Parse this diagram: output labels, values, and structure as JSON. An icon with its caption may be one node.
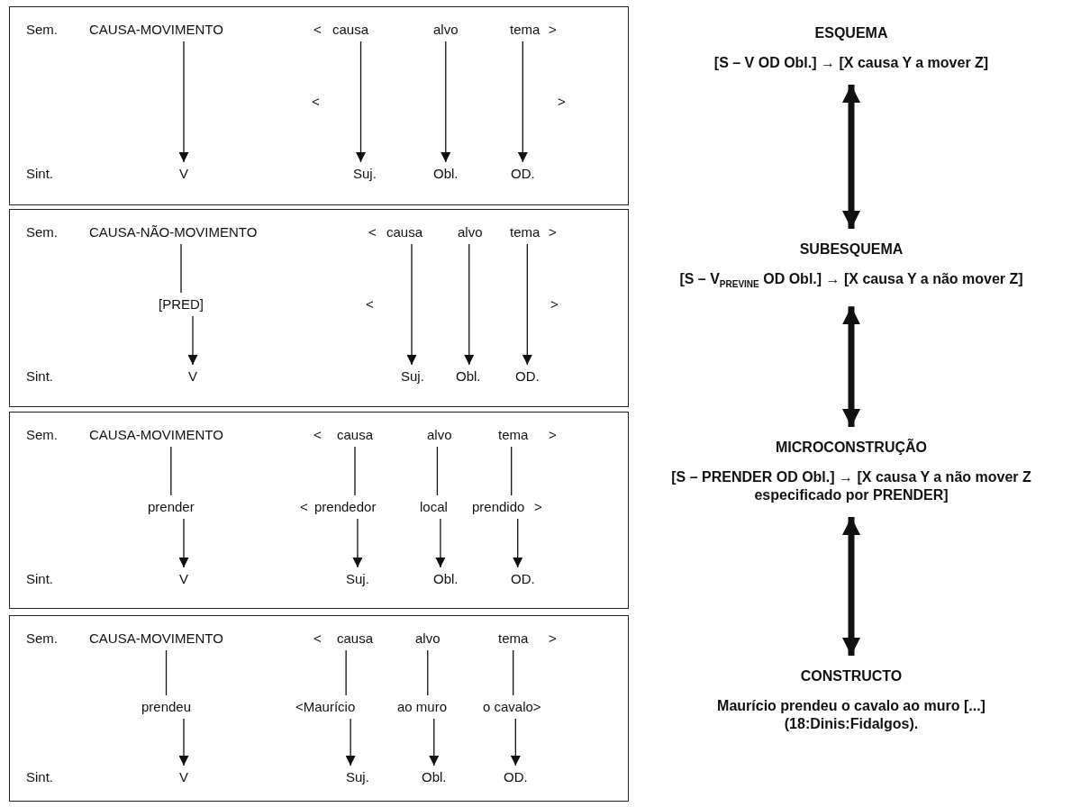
{
  "diagram": {
    "nodes": [
      {
        "text": [],
        "shape": "box"
      },
      {
        "text": [
          "CAUSA-MOVIMENTO"
        ],
        "in": 0
      },
      {
        "text": [
          "causa"
        ],
        "in": 0
      },
      {
        "text": [
          "alvo"
        ],
        "in": 0
      },
      {
        "text": [
          "tema"
        ],
        "in": 0
      },
      {
        "text": [
          "V"
        ],
        "in": 0
      },
      {
        "text": [
          "Suj."
        ],
        "in": 0
      },
      {
        "text": [
          "Obl."
        ],
        "in": 0
      },
      {
        "text": [
          "OD."
        ],
        "in": 0
      },
      {
        "text": [],
        "shape": "box"
      },
      {
        "text": [
          "CAUSA-NÃO-MOVIMENTO"
        ],
        "in": 9
      },
      {
        "text": [
          "causa"
        ],
        "in": 9
      },
      {
        "text": [
          "alvo"
        ],
        "in": 9
      },
      {
        "text": [
          "tema"
        ],
        "in": 9
      },
      {
        "text": [
          "[PRED]"
        ],
        "in": 9
      },
      {
        "text": [
          "V"
        ],
        "in": 9
      },
      {
        "text": [
          "Suj."
        ],
        "in": 9
      },
      {
        "text": [
          "Obl."
        ],
        "in": 9
      },
      {
        "text": [
          "OD."
        ],
        "in": 9
      },
      {
        "text": [],
        "shape": "box"
      },
      {
        "text": [
          "CAUSA-MOVIMENTO"
        ],
        "in": 19
      },
      {
        "text": [
          "causa"
        ],
        "in": 19
      },
      {
        "text": [
          "alvo"
        ],
        "in": 19
      },
      {
        "text": [
          "tema"
        ],
        "in": 19
      },
      {
        "text": [
          "prender"
        ],
        "in": 19
      },
      {
        "text": [
          "prendedor"
        ],
        "in": 19
      },
      {
        "text": [
          "local"
        ],
        "in": 19
      },
      {
        "text": [
          "prendido"
        ],
        "in": 19
      },
      {
        "text": [
          "V"
        ],
        "in": 19
      },
      {
        "text": [
          "Suj."
        ],
        "in": 19
      },
      {
        "text": [
          "Obl."
        ],
        "in": 19
      },
      {
        "text": [
          "OD."
        ],
        "in": 19
      },
      {
        "text": [],
        "shape": "box"
      },
      {
        "text": [
          "CAUSA-MOVIMENTO"
        ],
        "in": 32
      },
      {
        "text": [
          "causa"
        ],
        "in": 32
      },
      {
        "text": [
          "alvo"
        ],
        "in": 32
      },
      {
        "text": [
          "tema"
        ],
        "in": 32
      },
      {
        "text": [
          "prendeu"
        ],
        "in": 32
      },
      {
        "text": [
          "<Maurício"
        ],
        "in": 32
      },
      {
        "text": [
          "ao muro"
        ],
        "in": 32
      },
      {
        "text": [
          "o cavalo>"
        ],
        "in": 32
      },
      {
        "text": [
          "V"
        ],
        "in": 32
      },
      {
        "text": [
          "Suj."
        ],
        "in": 32
      },
      {
        "text": [
          "Obl."
        ],
        "in": 32
      },
      {
        "text": [
          "OD."
        ],
        "in": 32
      },
      {
        "text": [
          "ESQUEMA",
          "[S – V OD Obl.] → [X causa Y a mover Z]"
        ]
      },
      {
        "text": [
          "SUBESQUEMA",
          "[S – V$_{PREVINE}$ OD Obl.] → [X causa Y a não mover Z]"
        ]
      },
      {
        "text": [
          "MICROCONSTRUÇÃO",
          "[S – PRENDER OD Obl.] → [X causa Y a não mover Z especificado por PRENDER]"
        ]
      },
      {
        "text": [
          "CONSTRUCTO",
          "Maurício prendeu o cavalo ao muro [...] (18:Dinis:Fidalgos)."
        ]
      }
    ],
    "edges": [
      {
        "from": 1,
        "to": 5,
        "arrow": "to"
      },
      {
        "from": 2,
        "to": 6,
        "arrow": "to"
      },
      {
        "from": 3,
        "to": 7,
        "arrow": "to"
      },
      {
        "from": 4,
        "to": 8,
        "arrow": "to"
      },
      {
        "from": 10,
        "to": 14,
        "arrow": "none"
      },
      {
        "from": 14,
        "to": 15,
        "arrow": "to"
      },
      {
        "from": 11,
        "to": 16,
        "arrow": "to"
      },
      {
        "from": 12,
        "to": 17,
        "arrow": "to"
      },
      {
        "from": 13,
        "to": 18,
        "arrow": "to"
      },
      {
        "from": 20,
        "to": 24,
        "arrow": "none"
      },
      {
        "from": 24,
        "to": 28,
        "arrow": "to"
      },
      {
        "from": 21,
        "to": 25,
        "arrow": "none"
      },
      {
        "from": 25,
        "to": 29,
        "arrow": "to"
      },
      {
        "from": 22,
        "to": 26,
        "arrow": "none"
      },
      {
        "from": 26,
        "to": 30,
        "arrow": "to"
      },
      {
        "from": 23,
        "to": 27,
        "arrow": "none"
      },
      {
        "from": 27,
        "to": 31,
        "arrow": "to"
      },
      {
        "from": 33,
        "to": 37,
        "arrow": "none"
      },
      {
        "from": 37,
        "to": 41,
        "arrow": "to"
      },
      {
        "from": 34,
        "to": 38,
        "arrow": "none"
      },
      {
        "from": 38,
        "to": 42,
        "arrow": "to"
      },
      {
        "from": 35,
        "to": 39,
        "arrow": "none"
      },
      {
        "from": 39,
        "to": 43,
        "arrow": "to"
      },
      {
        "from": 36,
        "to": 40,
        "arrow": "none"
      },
      {
        "from": 40,
        "to": 44,
        "arrow": "to"
      },
      {
        "from": 45,
        "to": 46,
        "arrow": "both",
        "style": "thick"
      },
      {
        "from": 46,
        "to": 47,
        "arrow": "both",
        "style": "thick"
      },
      {
        "from": 47,
        "to": 48,
        "arrow": "both",
        "style": "thick"
      }
    ],
    "labels": [
      "Sem.",
      "<",
      ">",
      "<",
      ">",
      "Sint.",
      "Sem.",
      "<",
      ">",
      "<",
      ">",
      "Sint.",
      "Sem.",
      "<",
      ">",
      "<",
      ">",
      "Sint.",
      "Sem.",
      "<",
      ">",
      "Sint."
    ]
  }
}
